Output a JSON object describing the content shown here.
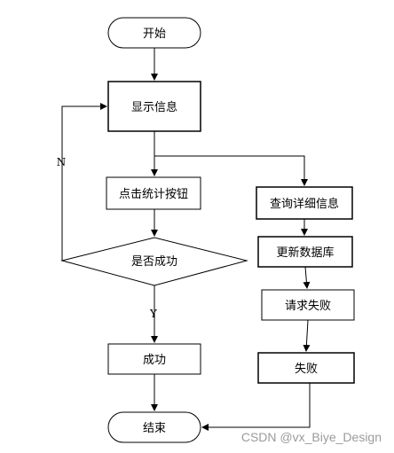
{
  "nodes": {
    "start": "开始",
    "show_info": "显示信息",
    "click_button": "点击统计按钮",
    "query_detail": "查询详细信息",
    "decision": "是否成功",
    "update_db": "更新数据库",
    "request_fail": "请求失败",
    "success": "成功",
    "fail": "失败",
    "end": "结束"
  },
  "edge_labels": {
    "no": "N",
    "yes": "Y"
  },
  "watermark": "CSDN @vx_Biye_Design"
}
